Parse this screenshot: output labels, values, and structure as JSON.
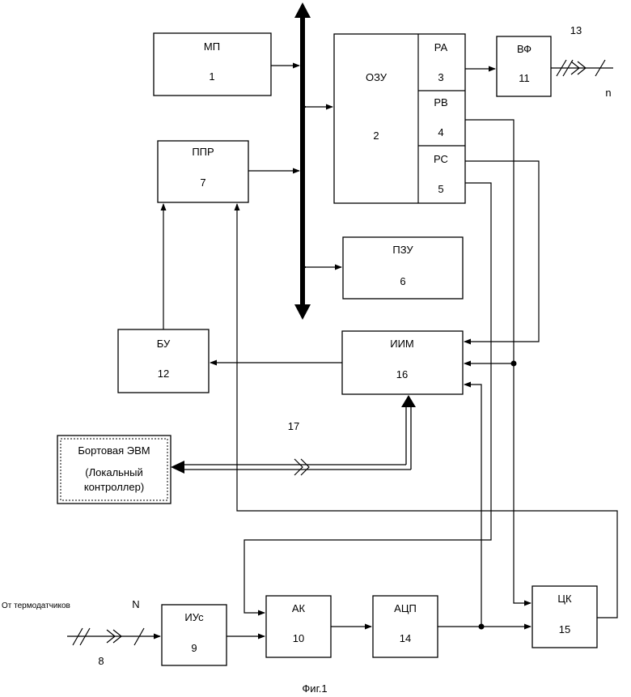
{
  "blocks": {
    "mp": {
      "name": "МП",
      "num": "1"
    },
    "ozu": {
      "name": "ОЗУ",
      "num": "2"
    },
    "ra": {
      "name": "РА",
      "num": "3"
    },
    "rb": {
      "name": "РВ",
      "num": "4"
    },
    "rc": {
      "name": "РС",
      "num": "5"
    },
    "pzu": {
      "name": "ПЗУ",
      "num": "6"
    },
    "ppr": {
      "name": "ППР",
      "num": "7"
    },
    "ius": {
      "name": "ИУс",
      "num": "9"
    },
    "ak": {
      "name": "АК",
      "num": "10"
    },
    "vf": {
      "name": "ВФ",
      "num": "11"
    },
    "bu": {
      "name": "БУ",
      "num": "12"
    },
    "acp": {
      "name": "АЦП",
      "num": "14"
    },
    "ck": {
      "name": "ЦК",
      "num": "15"
    },
    "iim": {
      "name": "ИИМ",
      "num": "16"
    },
    "evm": {
      "line1": "Бортовая ЭВМ",
      "line2": "(Локальный",
      "line3": "контроллер)"
    }
  },
  "labels": {
    "n13": "13",
    "n_small": "n",
    "n17": "17",
    "thermo": "От термодатчиков",
    "N": "N",
    "n8": "8",
    "caption": "Фиг.1"
  }
}
